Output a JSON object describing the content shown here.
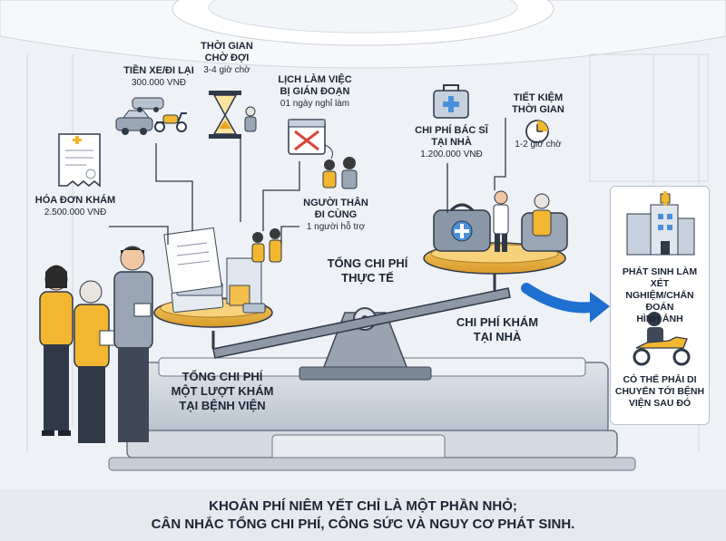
{
  "labels": {
    "fare": {
      "title": "TIỀN XE/ĐI LẠI",
      "value": "300.000 VNĐ"
    },
    "wait": {
      "title_line1": "THỜI GIAN",
      "title_line2": "CHỜ ĐỢI",
      "value": "3-4 giờ chờ"
    },
    "schedule": {
      "title_line1": "LỊCH LÀM VIỆC",
      "title_line2": "BỊ GIÁN ĐOẠN",
      "value": "01 ngày nghỉ làm"
    },
    "invoice": {
      "title": "HÓA ĐƠN KHÁM",
      "value": "2.500.000 VNĐ"
    },
    "relative": {
      "title_line1": "NGƯỜI THÂN",
      "title_line2": "ĐI CÙNG",
      "value": "1 người hỗ trợ"
    },
    "doctor_fee": {
      "title_line1": "CHI PHÍ BÁC SĨ",
      "title_line2": "TẠI NHÀ",
      "value": "1.200.000 VNĐ"
    },
    "time_saving": {
      "title_line1": "TIẾT KIỆM",
      "title_line2": "THỜI GIAN",
      "value": "1-2 giờ chờ"
    }
  },
  "center": {
    "total_line1": "TỔNG CHI PHÍ",
    "total_line2": "THỰC TẾ",
    "home_line1": "CHI PHÍ KHÁM",
    "home_line2": "TẠI NHÀ",
    "hospital_line1": "TỔNG CHI PHÍ",
    "hospital_line2": "MỘT LƯỢT KHÁM",
    "hospital_line3": "TẠI BỆNH VIỆN"
  },
  "side_panel": {
    "item1_line1": "PHÁT SINH LÀM XÉT",
    "item1_line2": "NGHIỆM/CHẨN ĐOÁN",
    "item1_line3": "HÌNH ẢNH",
    "item2_line1": "CÓ THỂ PHẢI DI",
    "item2_line2": "CHUYỂN TỚI BỆNH",
    "item2_line3": "VIỆN SAU ĐÓ"
  },
  "footer": {
    "line1": "KHOẢN PHÍ NIÊM YẾT CHỈ LÀ MỘT PHẦN NHỎ;",
    "line2": "CÂN NHẮC TỔNG CHI PHÍ, CÔNG SỨC VÀ NGUY CƠ PHÁT SINH."
  },
  "colors": {
    "accent_yellow": "#f2b630",
    "accent_blue": "#1f6fd1",
    "dark_navy": "#263246",
    "pan_gold": "#e8b14a",
    "warning_red": "#d9463a"
  }
}
